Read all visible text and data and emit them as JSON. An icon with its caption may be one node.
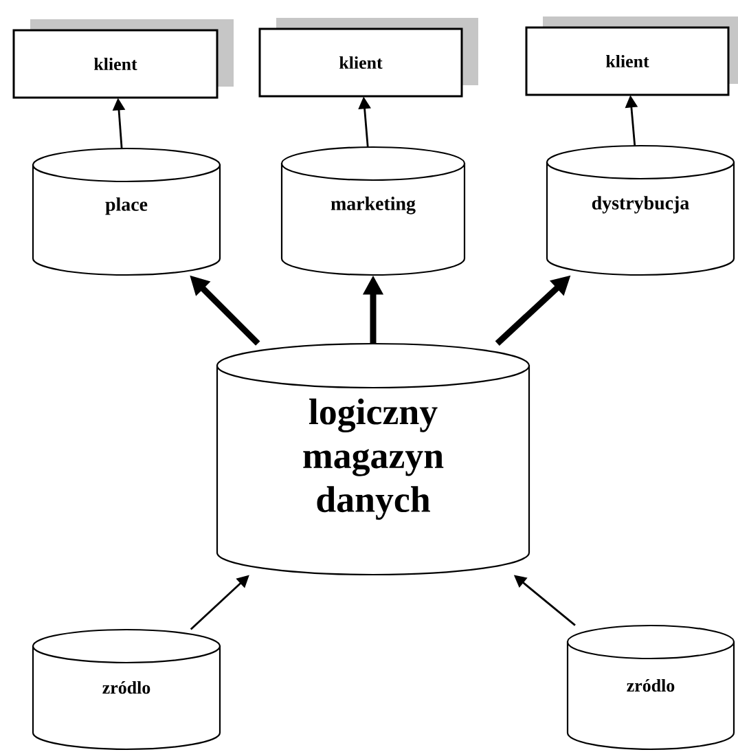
{
  "diagram": {
    "nodes": [
      {
        "text": [
          "klient"
        ]
      },
      {
        "text": [
          "klient"
        ]
      },
      {
        "text": [
          "klient"
        ]
      },
      {
        "text": [
          "place"
        ]
      },
      {
        "text": [
          "marketing"
        ]
      },
      {
        "text": [
          "dystrybucja"
        ]
      },
      {
        "text": [
          "logiczny magazyn danych"
        ]
      },
      {
        "text": [
          "zródlo"
        ]
      },
      {
        "text": [
          "zródlo"
        ]
      }
    ],
    "edges": [
      {
        "from": 3,
        "to": 0,
        "arrow": "to"
      },
      {
        "from": 4,
        "to": 1,
        "arrow": "to"
      },
      {
        "from": 5,
        "to": 2,
        "arrow": "to"
      },
      {
        "from": 6,
        "to": 3,
        "arrow": "to",
        "style": "thick"
      },
      {
        "from": 6,
        "to": 4,
        "arrow": "to",
        "style": "thick"
      },
      {
        "from": 6,
        "to": 5,
        "arrow": "to",
        "style": "thick"
      },
      {
        "from": 7,
        "to": 6,
        "arrow": "to"
      },
      {
        "from": 8,
        "to": 6,
        "arrow": "to"
      }
    ]
  }
}
